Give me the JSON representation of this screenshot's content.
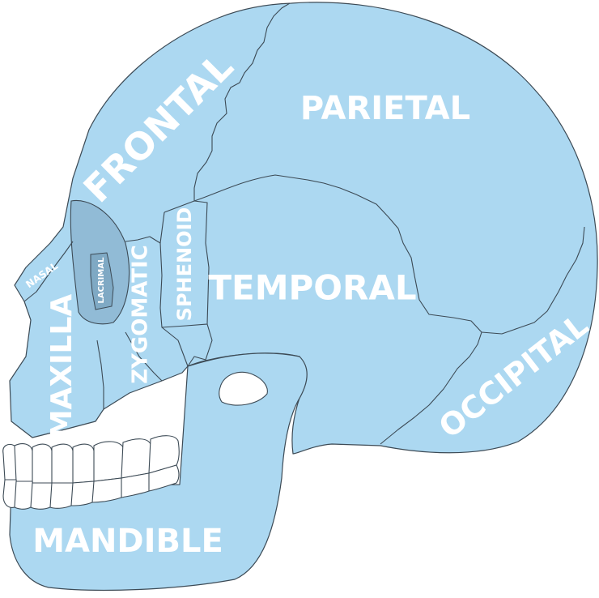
{
  "labels": {
    "frontal": "FRONTAL",
    "parietal": "PARIETAL",
    "temporal": "TEMPORAL",
    "occipital": "OCCIPITAL",
    "sphenoid": "SPHENOID",
    "zygomatic": "ZYGOMATIC",
    "maxilla": "MAXILLA",
    "mandible": "MANDIBLE",
    "nasal": "NASAL",
    "lacrimal": "LACRIMAL"
  },
  "colors": {
    "bone": "#acd8f1",
    "outline": "#3c4a55",
    "orbit": "#91bbd6",
    "teeth": "#ffffff",
    "label": "#ffffff"
  }
}
